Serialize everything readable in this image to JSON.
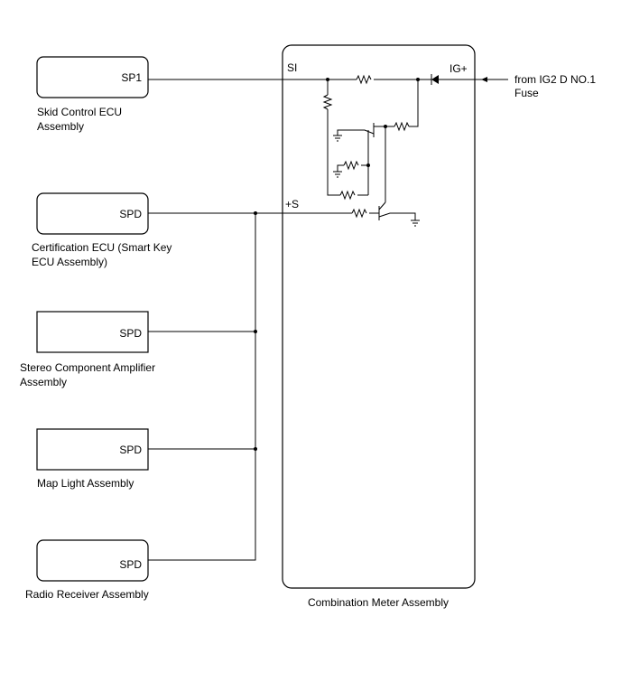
{
  "components": {
    "skid_control": {
      "pin": "SP1",
      "name_line1": "Skid Control ECU",
      "name_line2": "Assembly"
    },
    "certification": {
      "pin": "SPD",
      "name_line1": "Certification ECU (Smart Key",
      "name_line2": "ECU Assembly)"
    },
    "stereo": {
      "pin": "SPD",
      "name_line1": "Stereo Component Amplifier",
      "name_line2": "Assembly"
    },
    "map_light": {
      "pin": "SPD",
      "name_line1": "Map Light Assembly"
    },
    "radio": {
      "pin": "SPD",
      "name_line1": "Radio Receiver Assembly"
    }
  },
  "meter": {
    "name": "Combination Meter Assembly",
    "pin_si": "SI",
    "pin_s": "+S",
    "pin_ig": "IG+"
  },
  "source": {
    "line1": "from IG2 D NO.1",
    "line2": "Fuse"
  }
}
